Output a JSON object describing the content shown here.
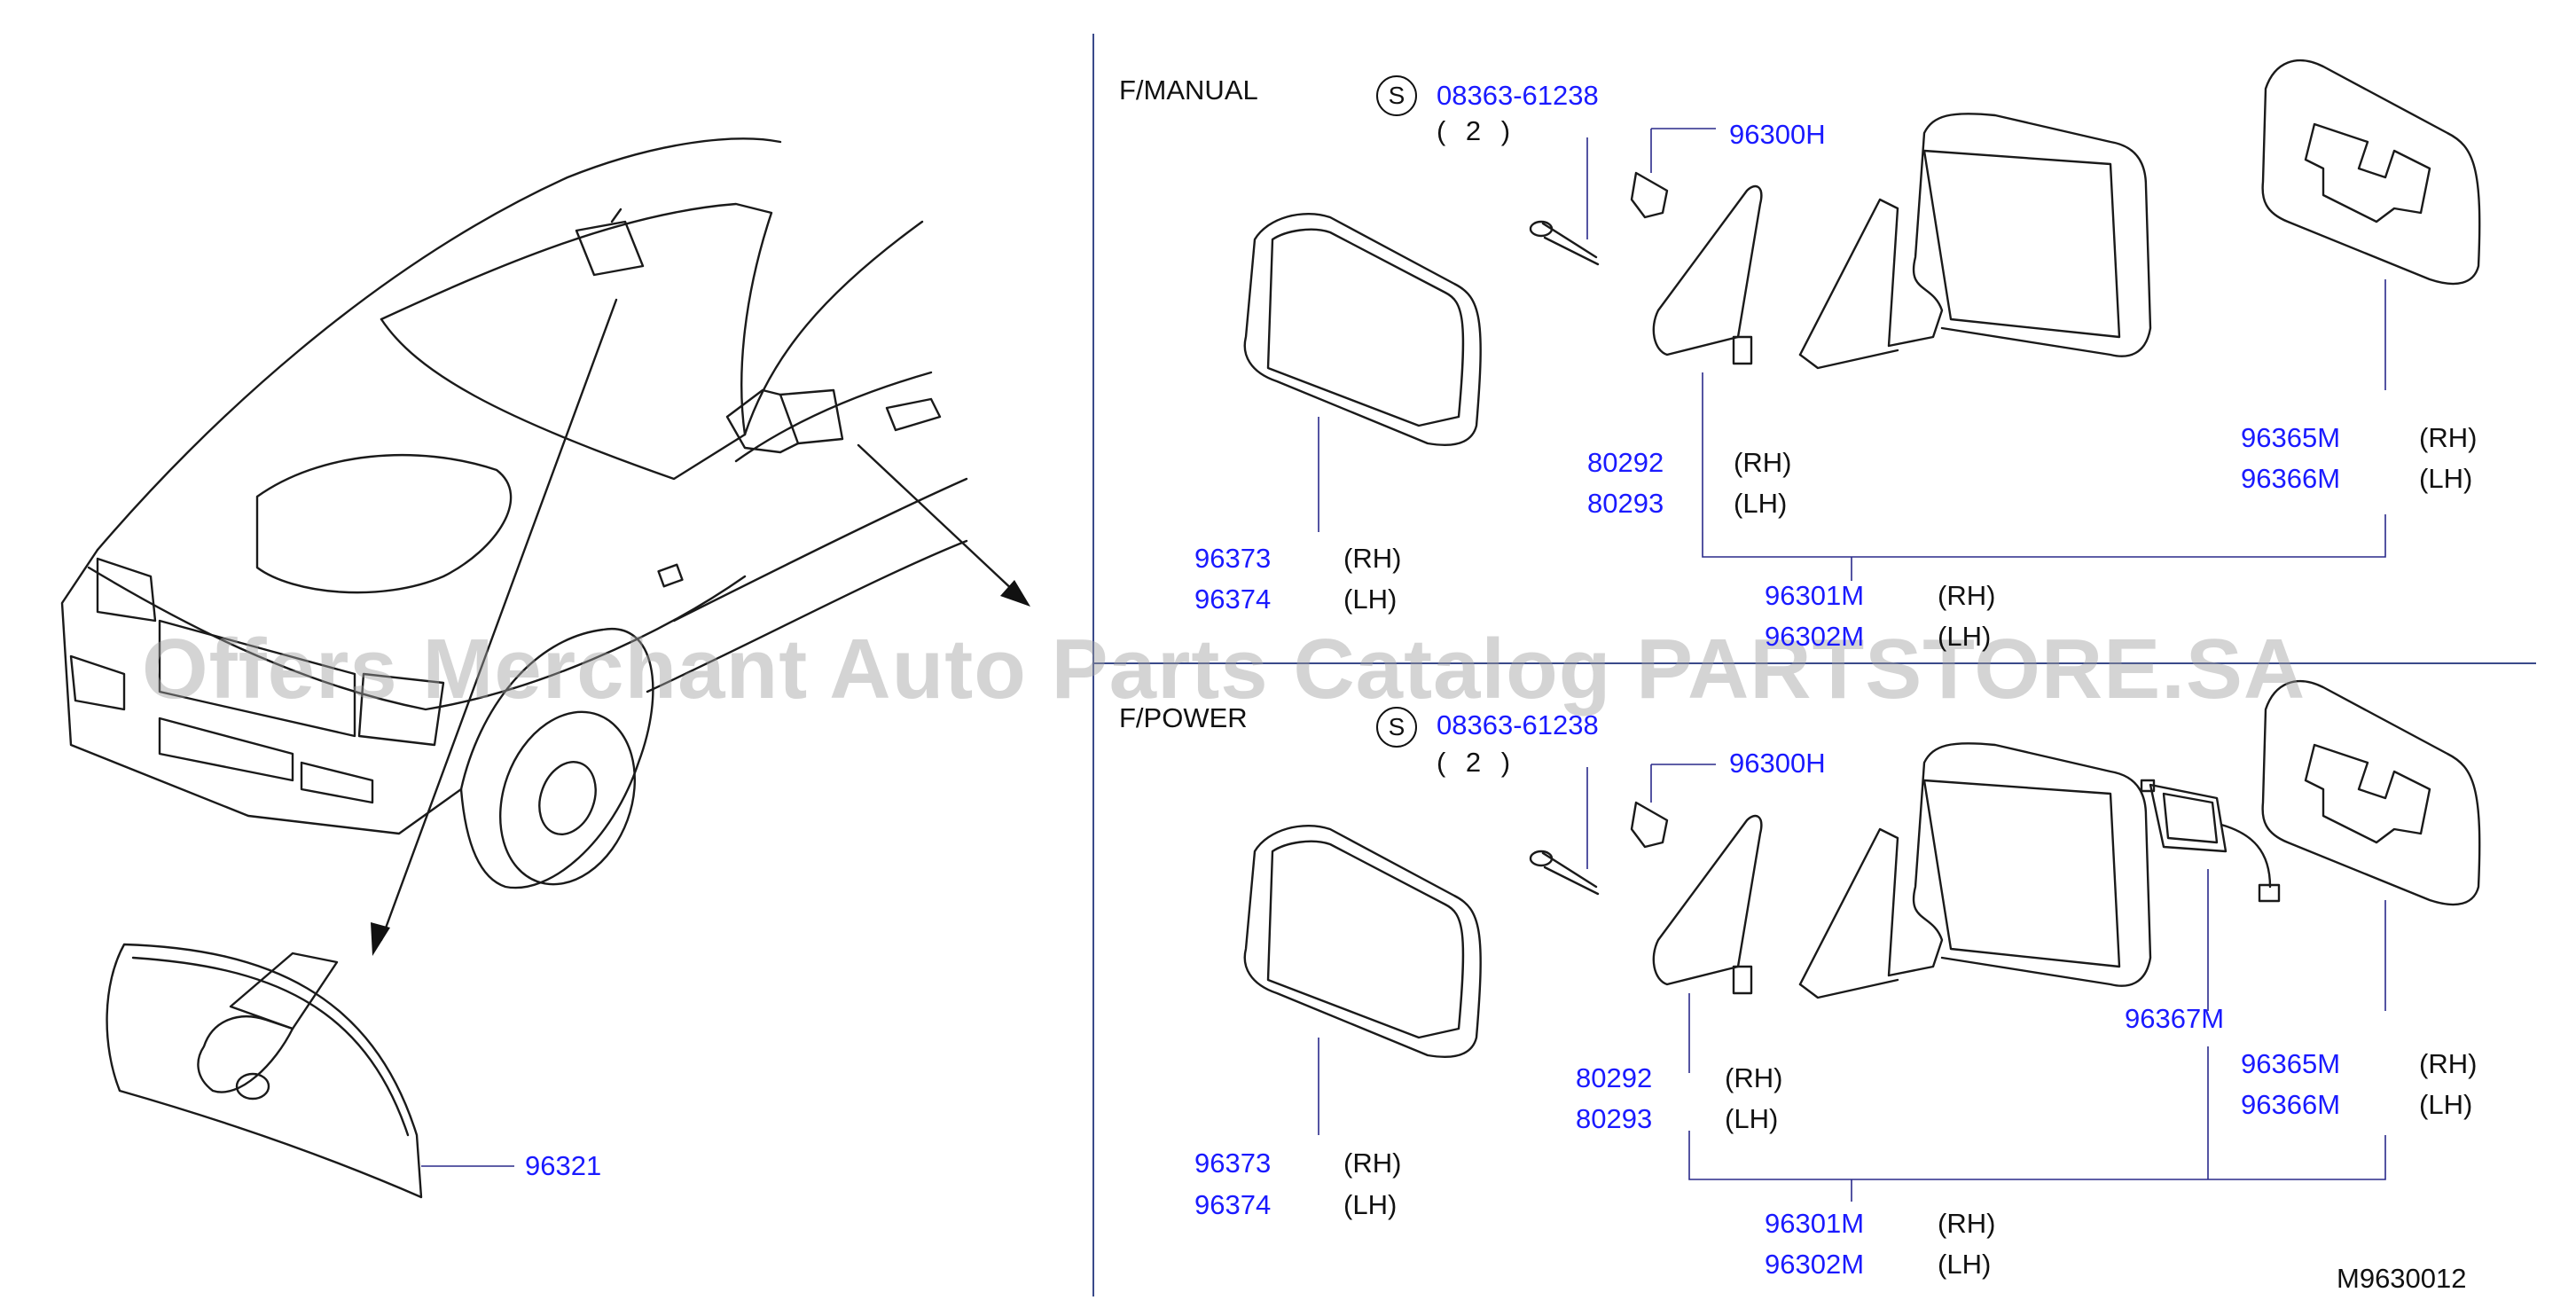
{
  "watermark": "Offers Merchant Auto Parts Catalog PARTSTORE.SA",
  "diagram_code": "M9630012",
  "inner_mirror": {
    "part": "96321"
  },
  "sections": {
    "manual": {
      "title": "F/MANUAL",
      "screw_symbol": "S",
      "screw_part": "08363-61238",
      "screw_qty": "( 2 )",
      "clip_part": "96300H",
      "mirror_glass_rh": "96373",
      "mirror_glass_lh": "96374",
      "cover_rh": "80292",
      "cover_lh": "80293",
      "assembly_rh": "96301M",
      "assembly_lh": "96302M",
      "glass_rh": "96365M",
      "glass_lh": "96366M",
      "rh": "(RH)",
      "lh": "(LH)"
    },
    "power": {
      "title": "F/POWER",
      "screw_symbol": "S",
      "screw_part": "08363-61238",
      "screw_qty": "( 2 )",
      "clip_part": "96300H",
      "mirror_glass_rh": "96373",
      "mirror_glass_lh": "96374",
      "cover_rh": "80292",
      "cover_lh": "80293",
      "actuator_part": "96367M",
      "assembly_rh": "96301M",
      "assembly_lh": "96302M",
      "glass_rh": "96365M",
      "glass_lh": "96366M",
      "rh": "(RH)",
      "lh": "(LH)"
    }
  }
}
